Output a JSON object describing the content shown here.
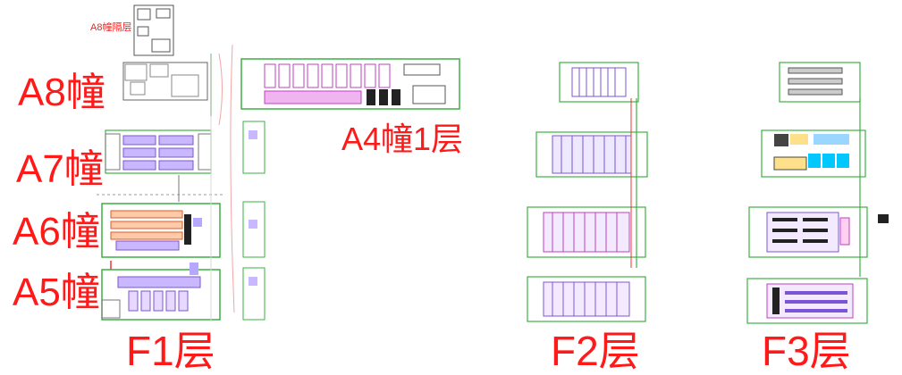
{
  "labels": {
    "a8_mezzanine": "A8幢隔层",
    "a8": "A8幢",
    "a7": "A7幢",
    "a6": "A6幢",
    "a5": "A5幢",
    "a4_floor1": "A4幢1层",
    "f1": "F1层",
    "f2": "F2层",
    "f3": "F3层"
  },
  "colors": {
    "label_red": "#ff1a1a",
    "outline_green": "#3cb043",
    "plan_line": "#7a7a7a",
    "dim_pink": "#f2a6a6",
    "equip_purple": "#7b55d6",
    "equip_magenta": "#c040c0",
    "equip_cyan": "#00c8ff",
    "equip_dark": "#222222"
  }
}
